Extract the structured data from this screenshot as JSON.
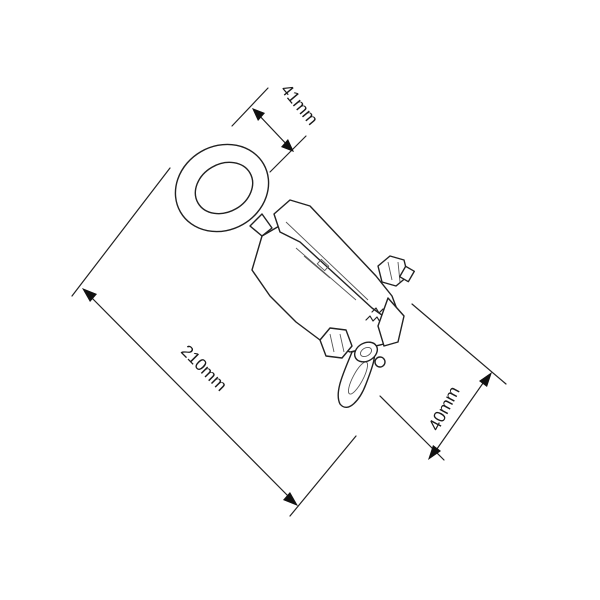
{
  "dimensions": {
    "width_top": "41mm",
    "length": "210mm",
    "height_jaw": "40mm"
  }
}
